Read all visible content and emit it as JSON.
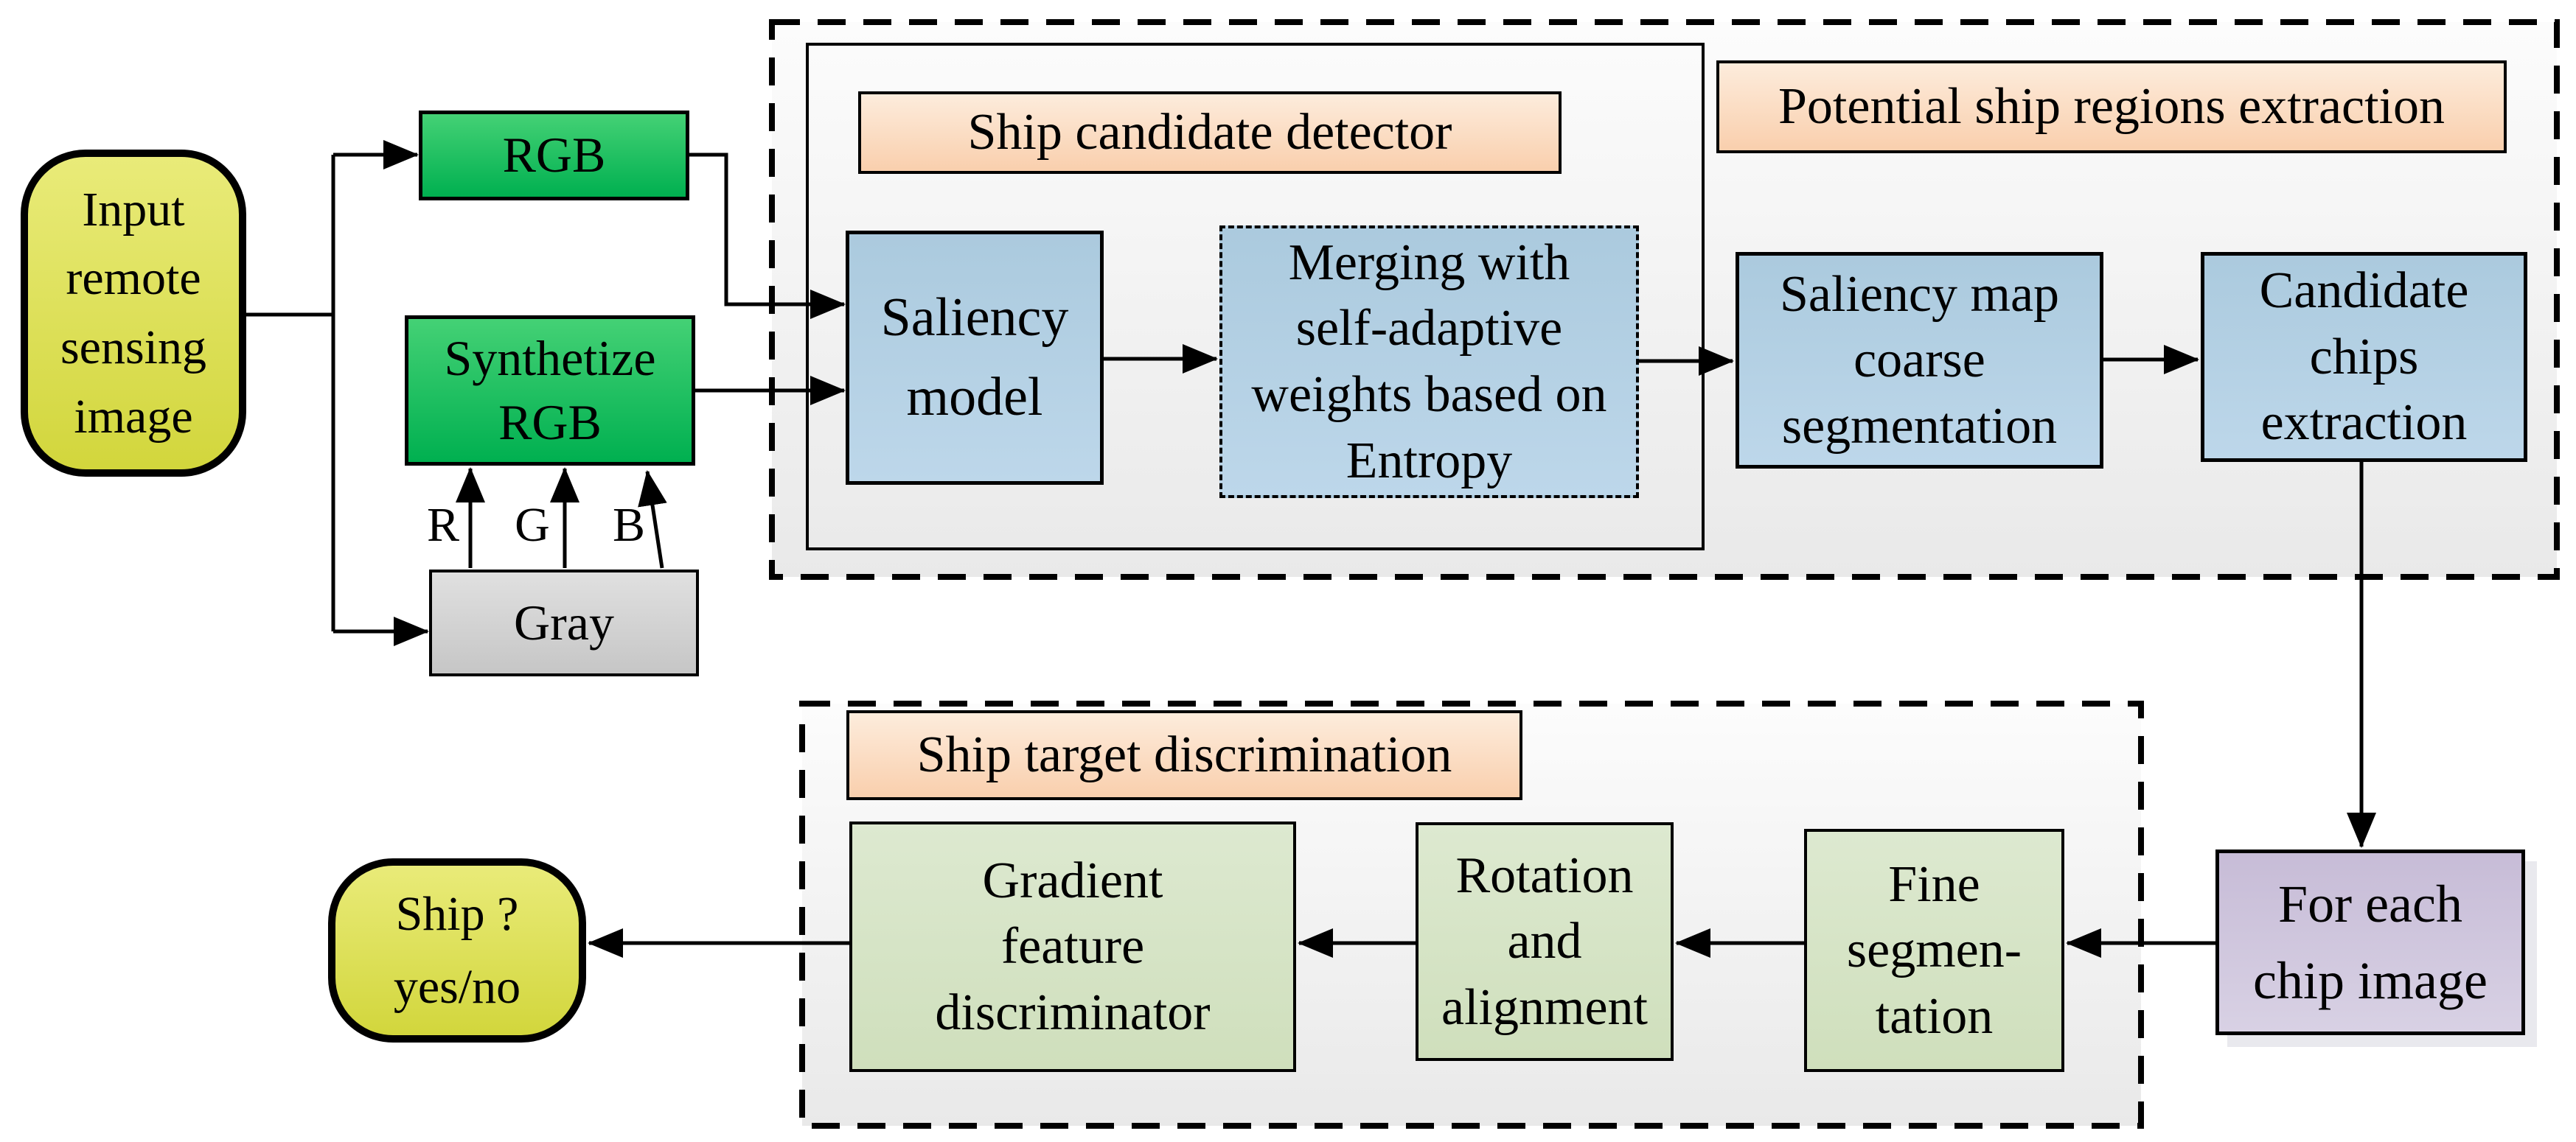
{
  "nodes": {
    "input_image": {
      "lines": [
        "Input",
        "remote",
        "sensing",
        "image"
      ]
    },
    "rgb": {
      "lines": [
        "RGB"
      ]
    },
    "synthetize_rgb": {
      "lines": [
        "Synthetize",
        "RGB"
      ]
    },
    "gray": {
      "lines": [
        "Gray"
      ]
    },
    "saliency_model": {
      "lines": [
        "Saliency",
        "model"
      ]
    },
    "merging_entropy": {
      "lines": [
        "Merging with",
        "self-adaptive",
        "weights based on",
        "Entropy"
      ]
    },
    "saliency_map_seg": {
      "lines": [
        "Saliency map",
        "coarse",
        "segmentation"
      ]
    },
    "candidate_chips": {
      "lines": [
        "Candidate",
        "chips",
        "extraction"
      ]
    },
    "for_each_chip": {
      "lines": [
        "For each",
        "chip image"
      ]
    },
    "fine_segmentation": {
      "lines": [
        "Fine",
        "segmen-",
        "tation"
      ]
    },
    "rotation_alignment": {
      "lines": [
        "Rotation",
        "and",
        "alignment"
      ]
    },
    "gradient_discriminator": {
      "lines": [
        "Gradient",
        "feature",
        "discriminator"
      ]
    },
    "ship_decision": {
      "lines": [
        "Ship ?",
        "yes/no"
      ]
    }
  },
  "section_labels": {
    "ship_candidate_detector": "Ship candidate detector",
    "potential_ship_regions": "Potential ship regions extraction",
    "ship_target_discrimination": "Ship target discrimination"
  },
  "edge_labels": {
    "r": "R",
    "g": "G",
    "b": "B"
  },
  "colors": {
    "yellow-light": "#e9eb79",
    "yellow-dark": "#d2d63c",
    "green-bright-light": "#44d175",
    "green-bright-dark": "#00b050",
    "gray-light": "#e0e0e0",
    "gray-dark": "#c6c6c6",
    "blue-top": "#abcade",
    "blue-bottom": "#bdd7ea",
    "sage-top": "#dde9d0",
    "sage-bottom": "#cfdfbc",
    "purple-top": "#c7bcd7",
    "purple-bottom": "#d8d1e4",
    "peach-light": "#fdecdc",
    "peach-dark": "#f9cfad",
    "section-bg-top": "#fcfcfc",
    "section-bg-bottom": "#e9e9e9",
    "line": "#000000"
  }
}
